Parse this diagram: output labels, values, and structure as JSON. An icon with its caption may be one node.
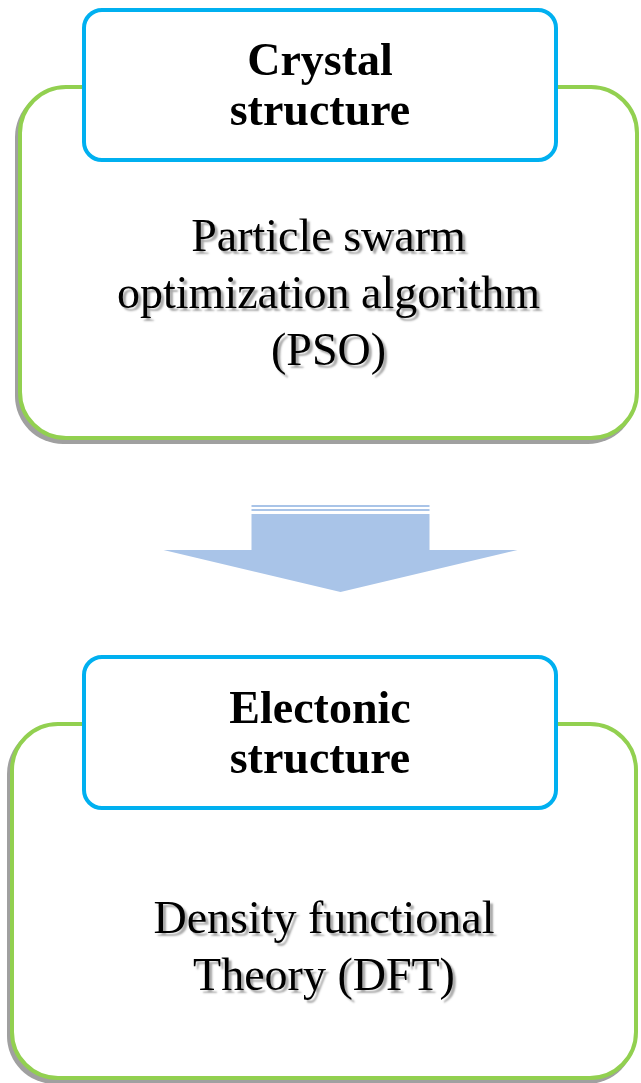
{
  "diagram": {
    "nodes": [
      {
        "text": [
          "Crystal structure"
        ]
      },
      {
        "text": [
          "Particle swarm optimization algorithm (PSO)"
        ]
      },
      {
        "text": [
          "Electonic structure"
        ]
      },
      {
        "text": [
          "Density functional Theory (DFT)"
        ]
      }
    ],
    "edges": [
      {
        "from": 1,
        "to": 3,
        "arrow": "to"
      }
    ]
  }
}
